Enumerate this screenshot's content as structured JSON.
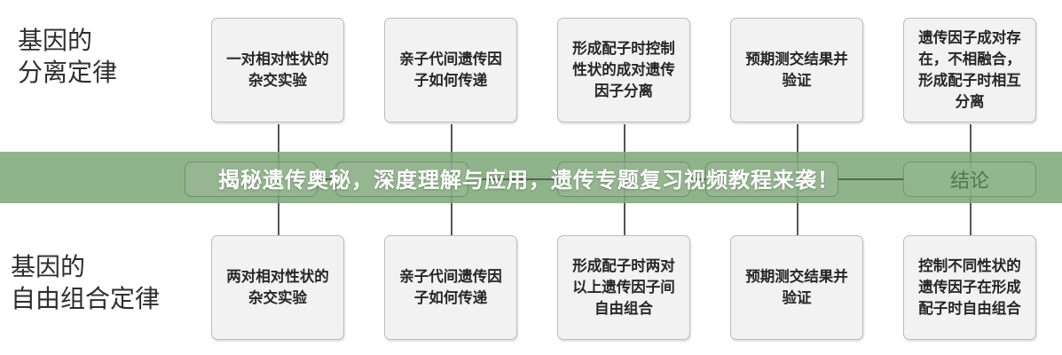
{
  "diagram": {
    "row1": {
      "title": "基因的\n分离定律",
      "boxes": [
        "一对相对性状的杂交实验",
        "亲子代间遗传因子如何传递",
        "形成配子时控制性状的成对遗传因子分离",
        "预期测交结果并验证",
        "遗传因子成对存在，不相融合，形成配子时相互分离"
      ]
    },
    "row2": {
      "title": "基因的\n自由组合定律",
      "boxes": [
        "两对相对性状的杂交实验",
        "亲子代间遗传因子如何传递",
        "形成配子时两对以上遗传因子间自由组合",
        "预期测交结果并验证",
        "控制不同性状的遗传因子在形成配子时自由组合"
      ]
    },
    "middle": {
      "conclusion_label": "结论"
    },
    "colors": {
      "banner": "#8fb08a",
      "box_fill": "#f2f2f2",
      "box_border": "#bdbdbd",
      "connector": "#555555",
      "conclusion_text": "#4f7a4b"
    }
  },
  "banner": {
    "text": "揭秘遗传奥秘，深度理解与应用，遗传专题复习视频教程来袭！"
  }
}
